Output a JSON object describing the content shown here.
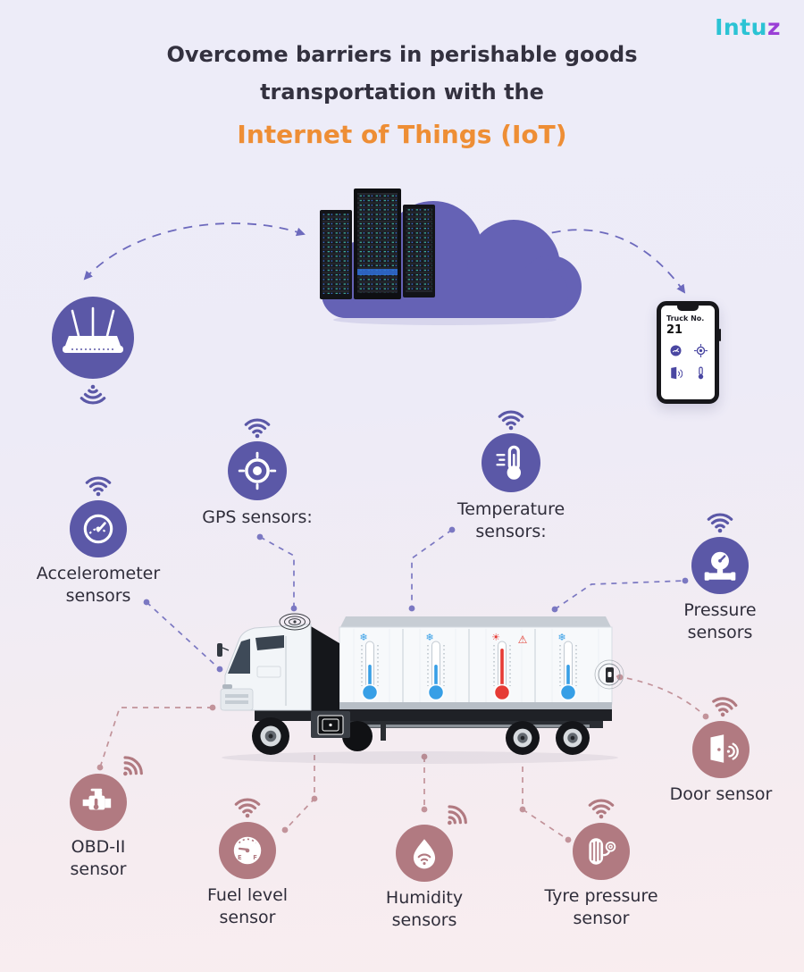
{
  "logo": {
    "text_main": "Intu",
    "text_accent": "z"
  },
  "title": {
    "line1": "Overcome barriers in perishable goods",
    "line2": "transportation with the",
    "highlight": "Internet of Things (IoT)"
  },
  "phone": {
    "truck_label": "Truck No.",
    "truck_number": "21"
  },
  "sensors": {
    "gps": {
      "label": "GPS sensors:"
    },
    "temperature": {
      "label": "Temperature sensors:"
    },
    "accelerometer": {
      "label": "Accelerometer sensors"
    },
    "pressure": {
      "label": "Pressure sensors"
    },
    "door": {
      "label": "Door sensor"
    },
    "obd": {
      "label": "OBD-II sensor"
    },
    "fuel": {
      "label": "Fuel level sensor"
    },
    "humidity": {
      "label": "Humidity sensors"
    },
    "tyre": {
      "label": "Tyre pressure sensor"
    }
  },
  "truck": {
    "thermometers": [
      {
        "color": "blue",
        "icon": "snowflake",
        "warning": false
      },
      {
        "color": "blue",
        "icon": "snowflake",
        "warning": false
      },
      {
        "color": "red",
        "icon": "sun",
        "warning": true
      },
      {
        "color": "blue",
        "icon": "snowflake",
        "warning": false
      }
    ]
  },
  "colors": {
    "purple_sensor": "#5B58A7",
    "mauve_sensor": "#B17A81",
    "cloud_purple": "#6562B5",
    "title_dark": "#33313F",
    "accent_orange": "#EE8E35",
    "logo_teal": "#2BC3D4",
    "logo_purple": "#9A3FD6",
    "thermometer_blue": "#379FE6",
    "thermometer_red": "#E63B35"
  }
}
